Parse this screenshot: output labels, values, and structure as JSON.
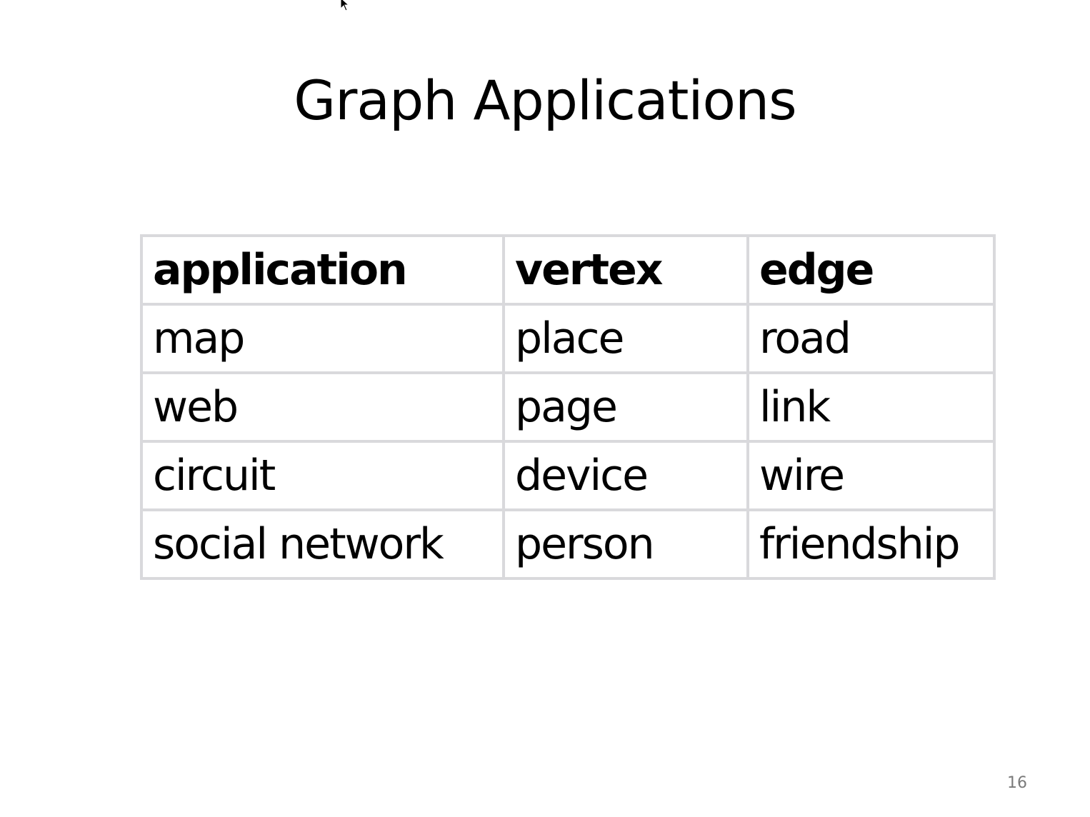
{
  "slide": {
    "title": "Graph Applications",
    "page_number": "16"
  },
  "table": {
    "headers": [
      "application",
      "vertex",
      "edge"
    ],
    "rows": [
      [
        "map",
        "place",
        "road"
      ],
      [
        "web",
        "page",
        "link"
      ],
      [
        "circuit",
        "device",
        "wire"
      ],
      [
        "social network",
        "person",
        "friendship"
      ]
    ]
  },
  "icons": {
    "cursor": "mouse-pointer-icon"
  }
}
